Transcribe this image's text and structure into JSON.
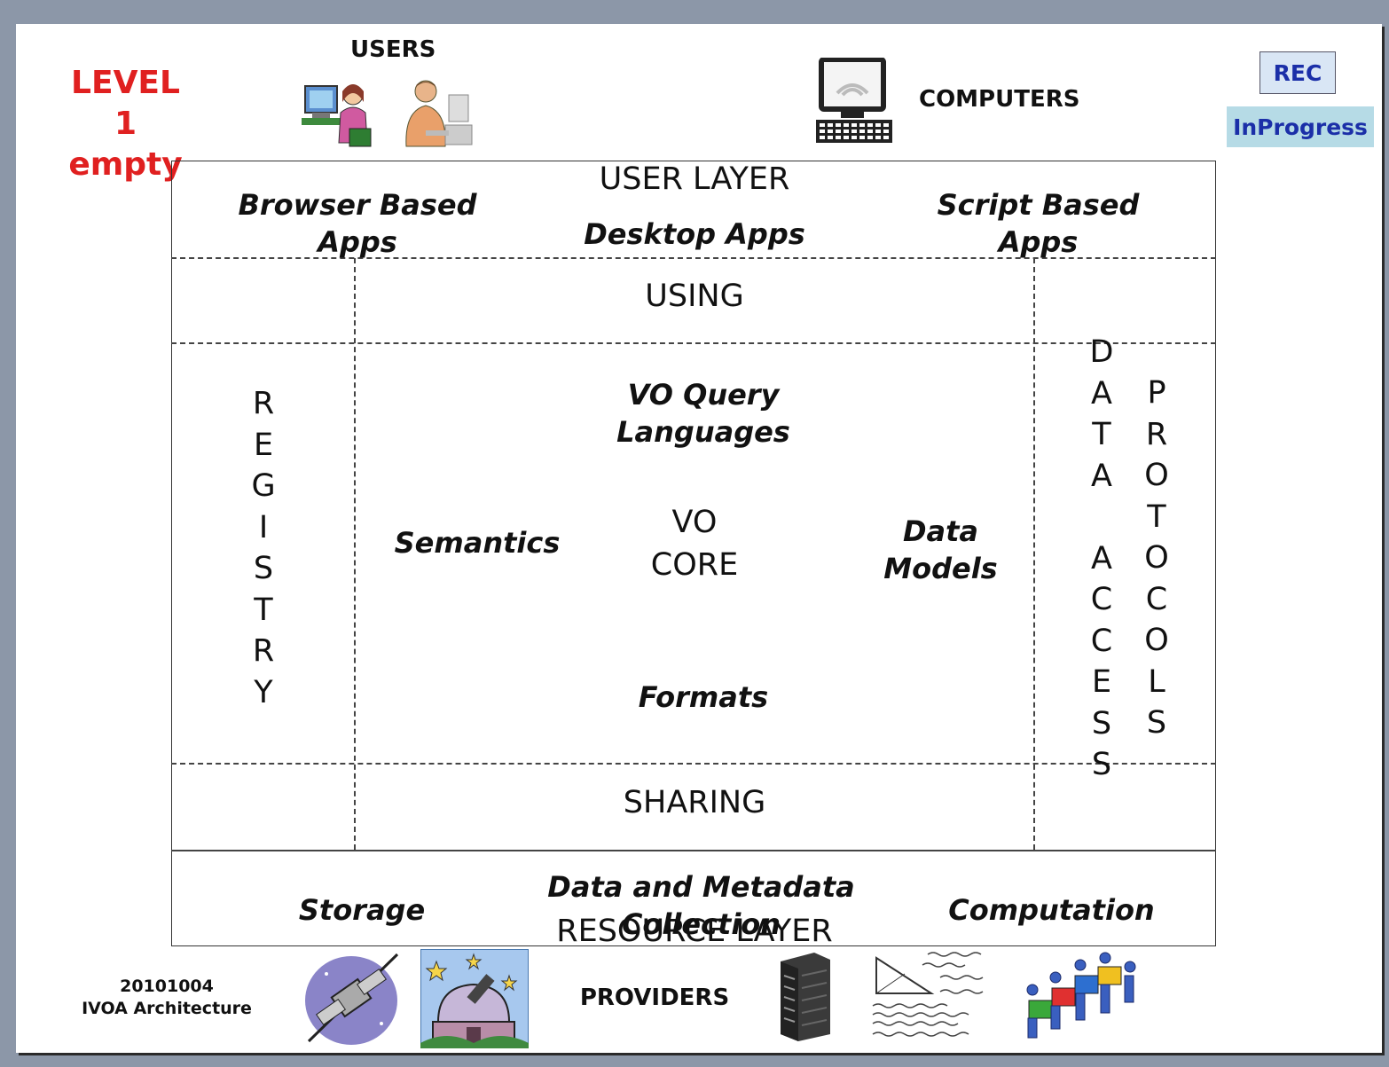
{
  "level": {
    "line1": "LEVEL 1",
    "line2": "empty"
  },
  "users_label": "USERS",
  "computers_label": "COMPUTERS",
  "badges": {
    "rec": "REC",
    "in_progress": "InProgress"
  },
  "user_layer": {
    "title": "USER LAYER",
    "browser_line1": "Browser Based",
    "browser_line2": "Apps",
    "desktop": "Desktop Apps",
    "script_line1": "Script Based",
    "script_line2": "Apps"
  },
  "using": "USING",
  "sharing": "SHARING",
  "registry_letters": [
    "R",
    "E",
    "G",
    "I",
    "S",
    "T",
    "R",
    "Y"
  ],
  "data_access_letters": [
    "D",
    "A",
    "T",
    "A",
    "",
    "A",
    "C",
    "C",
    "E",
    "S",
    "S"
  ],
  "protocols_letters": [
    "P",
    "R",
    "O",
    "T",
    "O",
    "C",
    "O",
    "L",
    "S"
  ],
  "core": {
    "query_line1": "VO Query",
    "query_line2": "Languages",
    "semantics": "Semantics",
    "vo": "VO",
    "core_word": "CORE",
    "data_line1": "Data",
    "data_line2": "Models",
    "formats": "Formats"
  },
  "resource_layer": {
    "storage": "Storage",
    "collection": "Data and Metadata Collection",
    "computation": "Computation",
    "title": "RESOURCE LAYER"
  },
  "providers_label": "PROVIDERS",
  "footer": {
    "date": "20101004",
    "title": "IVOA Architecture"
  }
}
